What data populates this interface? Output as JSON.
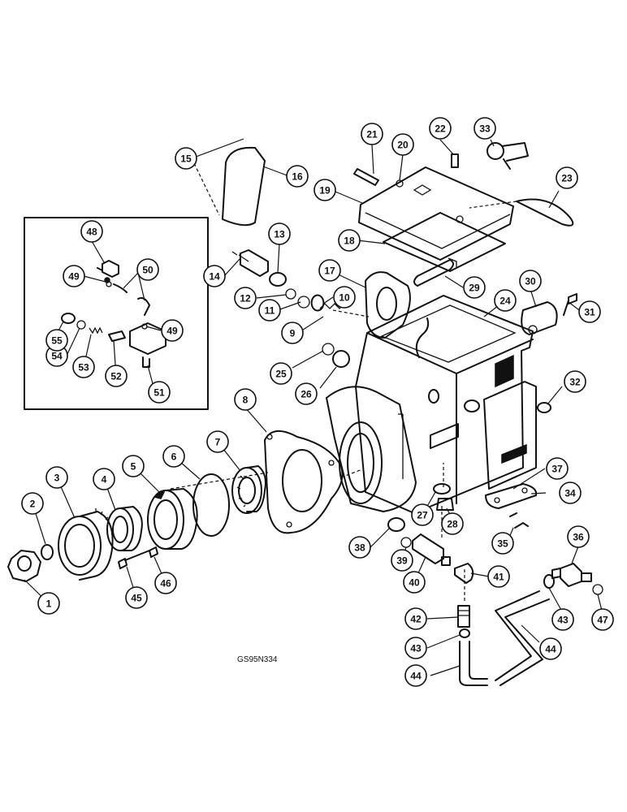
{
  "diagram": {
    "reference_code": "GS95N334",
    "callouts": [
      {
        "id": "c1",
        "label": "1"
      },
      {
        "id": "c2",
        "label": "2"
      },
      {
        "id": "c3",
        "label": "3"
      },
      {
        "id": "c4",
        "label": "4"
      },
      {
        "id": "c5",
        "label": "5"
      },
      {
        "id": "c6",
        "label": "6"
      },
      {
        "id": "c7",
        "label": "7"
      },
      {
        "id": "c8",
        "label": "8"
      },
      {
        "id": "c9",
        "label": "9"
      },
      {
        "id": "c10",
        "label": "10"
      },
      {
        "id": "c11",
        "label": "11"
      },
      {
        "id": "c12",
        "label": "12"
      },
      {
        "id": "c13",
        "label": "13"
      },
      {
        "id": "c14",
        "label": "14"
      },
      {
        "id": "c15",
        "label": "15"
      },
      {
        "id": "c16",
        "label": "16"
      },
      {
        "id": "c17",
        "label": "17"
      },
      {
        "id": "c18",
        "label": "18"
      },
      {
        "id": "c19",
        "label": "19"
      },
      {
        "id": "c20",
        "label": "20"
      },
      {
        "id": "c21",
        "label": "21"
      },
      {
        "id": "c22",
        "label": "22"
      },
      {
        "id": "c23",
        "label": "23"
      },
      {
        "id": "c24",
        "label": "24"
      },
      {
        "id": "c25",
        "label": "25"
      },
      {
        "id": "c26",
        "label": "26"
      },
      {
        "id": "c27",
        "label": "27"
      },
      {
        "id": "c28",
        "label": "28"
      },
      {
        "id": "c29",
        "label": "29"
      },
      {
        "id": "c30",
        "label": "30"
      },
      {
        "id": "c31",
        "label": "31"
      },
      {
        "id": "c32",
        "label": "32"
      },
      {
        "id": "c33",
        "label": "33"
      },
      {
        "id": "c34",
        "label": "34"
      },
      {
        "id": "c35",
        "label": "35"
      },
      {
        "id": "c36",
        "label": "36"
      },
      {
        "id": "c37",
        "label": "37"
      },
      {
        "id": "c38",
        "label": "38"
      },
      {
        "id": "c39",
        "label": "39"
      },
      {
        "id": "c40",
        "label": "40"
      },
      {
        "id": "c41",
        "label": "41"
      },
      {
        "id": "c42",
        "label": "42"
      },
      {
        "id": "c43a",
        "label": "43"
      },
      {
        "id": "c43b",
        "label": "43"
      },
      {
        "id": "c44a",
        "label": "44"
      },
      {
        "id": "c44b",
        "label": "44"
      },
      {
        "id": "c45",
        "label": "45"
      },
      {
        "id": "c46",
        "label": "46"
      },
      {
        "id": "c47",
        "label": "47"
      },
      {
        "id": "c48",
        "label": "48"
      },
      {
        "id": "c49a",
        "label": "49"
      },
      {
        "id": "c49b",
        "label": "49"
      },
      {
        "id": "c50",
        "label": "50"
      },
      {
        "id": "c51",
        "label": "51"
      },
      {
        "id": "c52",
        "label": "52"
      },
      {
        "id": "c53",
        "label": "53"
      },
      {
        "id": "c54",
        "label": "54"
      },
      {
        "id": "c55",
        "label": "55"
      }
    ]
  }
}
